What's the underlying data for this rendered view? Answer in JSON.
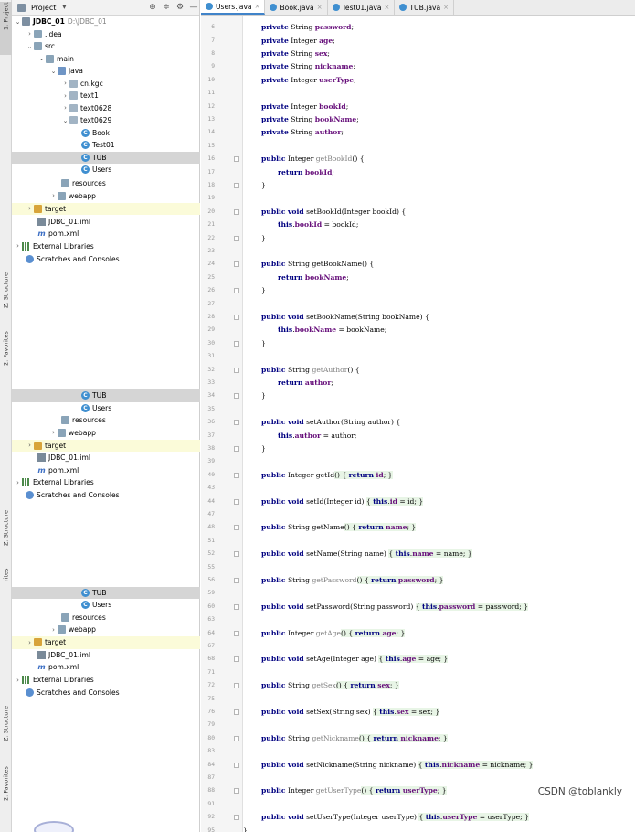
{
  "sidebar_tabs": {
    "project": "1: Project",
    "structure": "Z: Structure",
    "favorites": "2: Favorites",
    "structure_2": "Z: Structure",
    "favorites_2": "rites",
    "structure_3": "Z: Structure",
    "favorites_3": "2: Favorites"
  },
  "project_panel": {
    "title": "Project",
    "tree": {
      "root": "JDBC_01",
      "root_path": "D:\\JDBC_01",
      "idea": ".idea",
      "src": "src",
      "main": "main",
      "java": "java",
      "pkg1": "cn.kgc",
      "pkg2": "text1",
      "pkg3": "text0628",
      "pkg4": "text0629",
      "cls1": "Book",
      "cls2": "Test01",
      "cls3": "TUB",
      "cls4": "Users",
      "resources": "resources",
      "webapp": "webapp",
      "target": "target",
      "iml": "JDBC_01.iml",
      "pom": "pom.xml",
      "libs": "External Libraries",
      "scratches": "Scratches and Consoles"
    }
  },
  "editor": {
    "tabs": [
      {
        "label": "Users.java",
        "active": true
      },
      {
        "label": "Book.java",
        "active": false
      },
      {
        "label": "Test01.java",
        "active": false
      },
      {
        "label": "TUB.java",
        "active": false
      }
    ]
  },
  "code": {
    "l6": "6",
    "l7": "7",
    "l8": "8",
    "l9": "9",
    "l10": "10",
    "l11": "11",
    "l12": "12",
    "l13": "13",
    "l14": "14",
    "l15": "15",
    "l16": "16",
    "l17": "17",
    "l18": "18",
    "l19": "19",
    "l20": "20",
    "l21": "21",
    "l22": "22",
    "l23": "23",
    "l24": "24",
    "l25": "25",
    "l26": "26",
    "l27": "27",
    "l28": "28",
    "l29": "29",
    "l30": "30",
    "l31": "31",
    "l32": "32",
    "l33": "33",
    "l34": "34",
    "l35": "35",
    "l36": "36",
    "l37": "37",
    "l38": "38",
    "l39": "39",
    "l40": "40",
    "l43": "43",
    "l44": "44",
    "l47": "47",
    "l48": "48",
    "l51": "51",
    "l52": "52",
    "l55": "55",
    "l56": "56",
    "l59": "59",
    "l60": "60",
    "l63": "63",
    "l64": "64",
    "l67": "67",
    "l68": "68",
    "l71": "71",
    "l72": "72",
    "l75": "75",
    "l76": "76",
    "l79": "79",
    "l80": "80",
    "l83": "83",
    "l84": "84",
    "l87": "87",
    "l88": "88",
    "l91": "91",
    "l92": "92",
    "l95": "95",
    "private": "private",
    "public": "public",
    "void": "void",
    "return": "return",
    "this": "this",
    "String": "String",
    "Integer": "Integer",
    "f_password": "password",
    "f_age": "age",
    "f_sex": "sex",
    "f_nickname": "nickname",
    "f_userType": "userType",
    "f_bookId": "bookId",
    "f_bookName": "bookName",
    "f_author": "author",
    "f_id": "id",
    "f_name": "name",
    "m_getBookId": "getBookId",
    "m_setBookId": "setBookId",
    "m_getBookName": "getBookName",
    "m_setBookName": "setBookName",
    "m_getAuthor": "getAuthor",
    "m_setAuthor": "setAuthor",
    "m_getId": "getId",
    "m_setId": "setId",
    "m_getName": "getName",
    "m_setName": "setName",
    "m_getPassword": "getPassword",
    "m_setPassword": "setPassword",
    "m_getAge": "getAge",
    "m_setAge": "setAge",
    "m_getSex": "getSex",
    "m_setSex": "setSex",
    "m_getNickname": "getNickname",
    "m_setNickname": "setNickname",
    "m_getUserType": "getUserType",
    "m_setUserType": "setUserType",
    "p_bookId": "(Integer bookId) {",
    "p_bookName": "(String bookName) {",
    "p_author": "(String author) {",
    "p_id": "(Integer id)",
    "p_name": "(String name)",
    "p_password": "(String password)",
    "p_age": "(Integer age)",
    "p_sex": "(String sex)",
    "p_nickname": "(String nickname)",
    "p_userType": "(Integer userType)",
    "a_bookId": " = bookId;",
    "a_bookName": " = bookName;",
    "a_author": " = author;",
    "a_id": " = id; }",
    "a_name": " = name; }",
    "a_password": " = password; }",
    "a_age": " = age; }",
    "a_sex": " = sex; }",
    "a_nickname": " = nickname; }",
    "a_userType": " = userType; }",
    "empty_call_open": "() {",
    "empty_call_brace": "() { ",
    "close_brace": "}",
    "semi": ";",
    "semi_brace": "; }",
    "dot": "."
  },
  "watermark": "CSDN @toblankly"
}
